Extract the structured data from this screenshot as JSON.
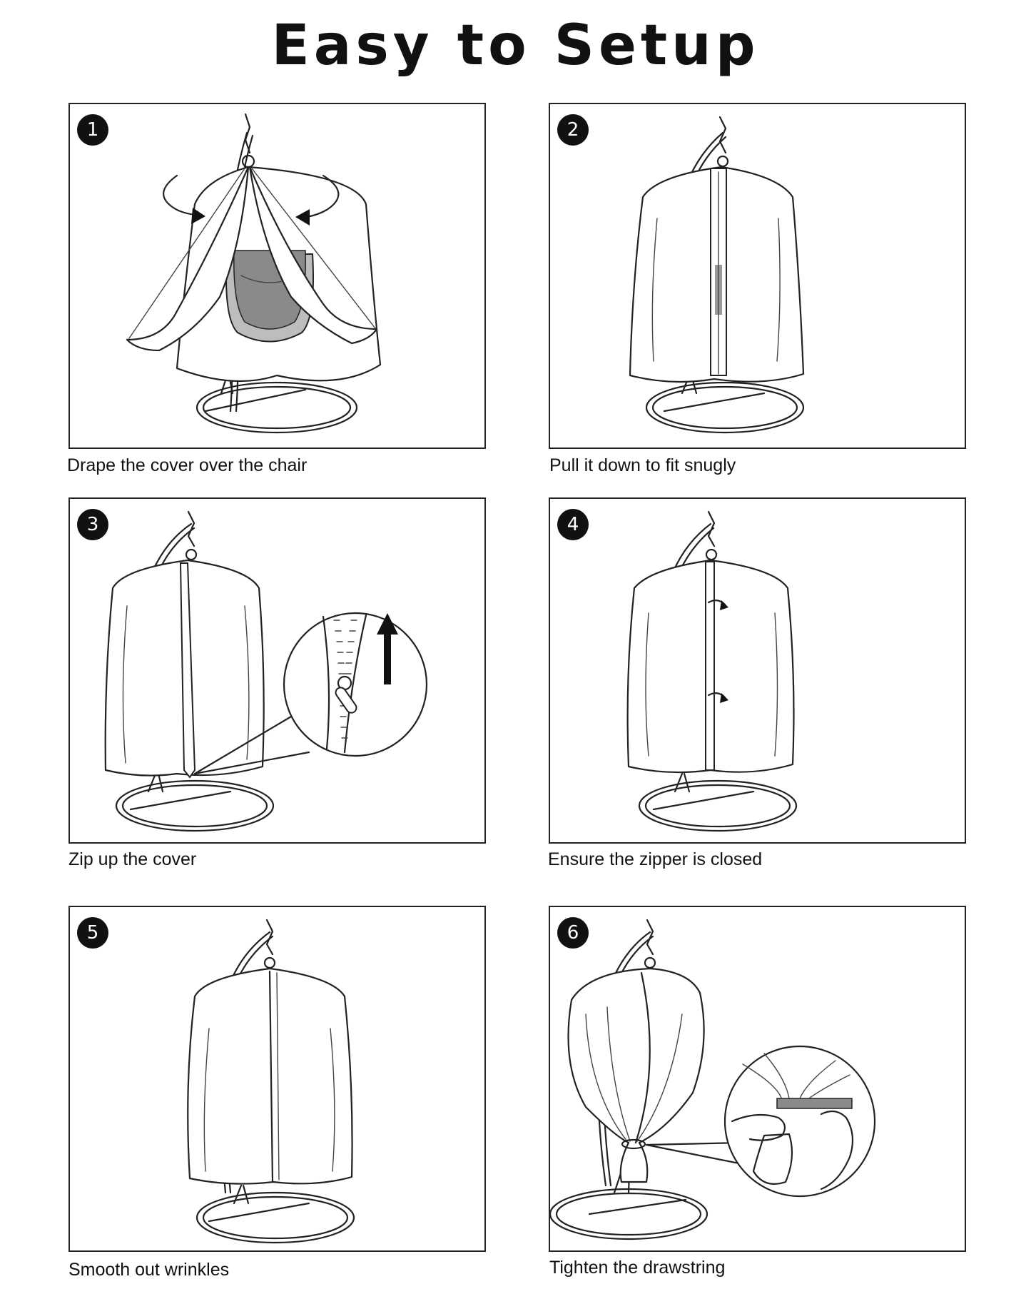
{
  "title": "Easy to Setup",
  "steps": [
    {
      "number": "1",
      "caption": "Drape the cover over the chair"
    },
    {
      "number": "2",
      "caption": "Pull it down to fit snugly"
    },
    {
      "number": "3",
      "caption": "Zip up the cover"
    },
    {
      "number": "4",
      "caption": "Ensure the zipper is closed"
    },
    {
      "number": "5",
      "caption": "Smooth out wrinkles"
    },
    {
      "number": "6",
      "caption": "Tighten the drawstring"
    }
  ],
  "colors": {
    "ink": "#111111",
    "fabric": "#ffffff",
    "seat_dark": "#8a8a8a",
    "seat_light": "#bdbdbd"
  }
}
